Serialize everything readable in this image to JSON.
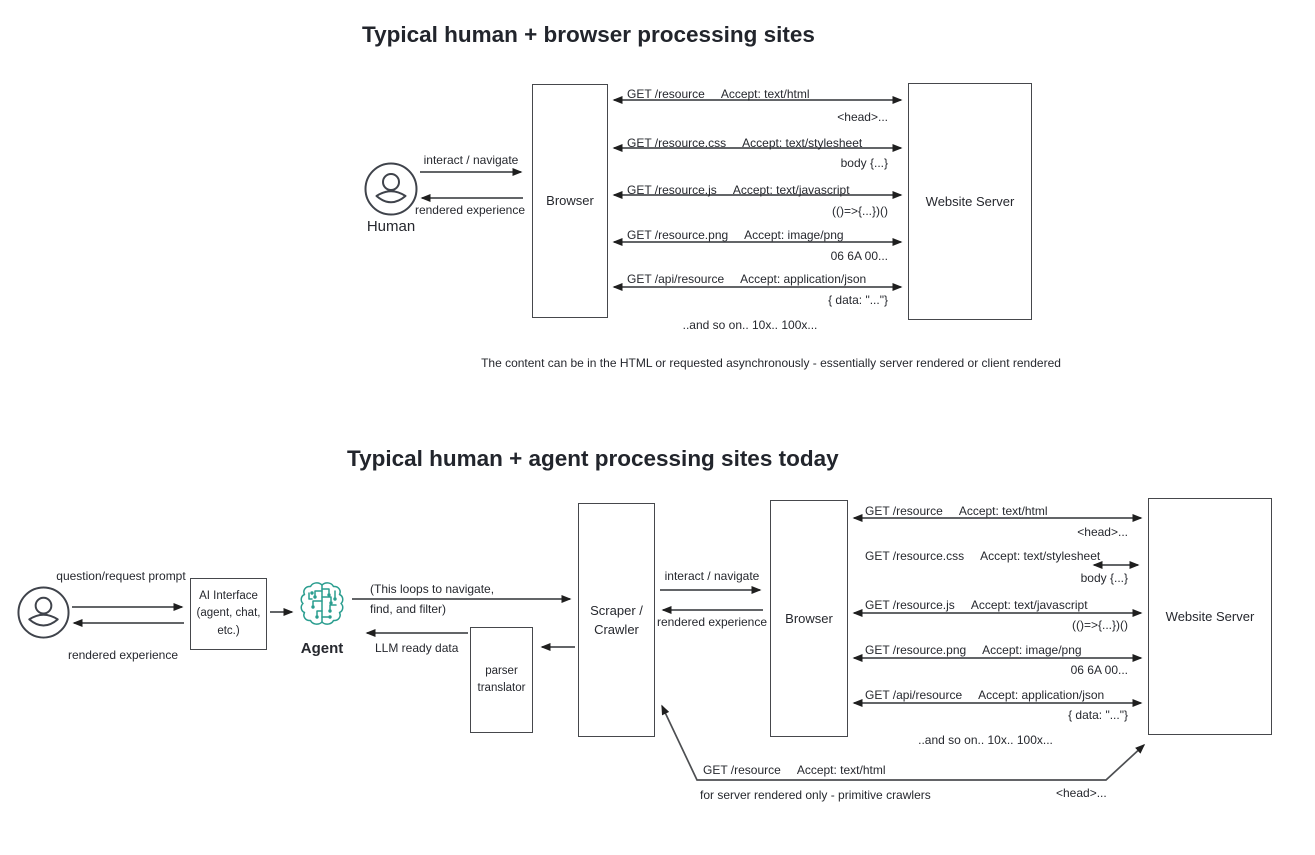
{
  "colors": {
    "line": "#4d4f52",
    "arrowhead": "#1f1f1f",
    "accent_teal": "#2a9d8f",
    "text": "#26282e"
  },
  "icons": {
    "human": "person-in-circle",
    "agent": "circuit-brain"
  },
  "diagram1": {
    "title": "Typical human + browser processing sites",
    "human_label": "Human",
    "interact_label": "interact / navigate",
    "rendered_label": "rendered experience",
    "browser_label": "Browser",
    "server_label": "Website Server",
    "requests": [
      {
        "method": "GET /resource",
        "accept": "Accept: text/html",
        "response": "<head>..."
      },
      {
        "method": "GET /resource.css",
        "accept": "Accept: text/stylesheet",
        "response": "body {...}"
      },
      {
        "method": "GET /resource.js",
        "accept": "Accept: text/javascript",
        "response": "(()=>{...})()"
      },
      {
        "method": "GET /resource.png",
        "accept": "Accept: image/png",
        "response": "06 6A 00..."
      },
      {
        "method": "GET /api/resource",
        "accept": "Accept: application/json",
        "response": "{ data: \"...\"}"
      }
    ],
    "and_so_on": "..and so on.. 10x.. 100x...",
    "caption": "The content can be in the HTML or requested asynchronously - essentially server rendered or client rendered"
  },
  "diagram2": {
    "title": "Typical human + agent processing sites today",
    "question_label": "question/request prompt",
    "rendered_label": "rendered experience",
    "ai_interface_label": "AI Interface\n(agent, chat,\netc.)",
    "agent_label": "Agent",
    "loops_label_line1": "(This loops to navigate,",
    "loops_label_line2": "find, and filter)",
    "llm_ready_label": "LLM ready data",
    "parser_label": "parser\ntranslator",
    "scraper_label": "Scraper /\nCrawler",
    "interact_label": "interact / navigate",
    "rendered_label2": "rendered experience",
    "browser_label": "Browser",
    "server_label": "Website Server",
    "requests": [
      {
        "method": "GET /resource",
        "accept": "Accept: text/html",
        "response": "<head>..."
      },
      {
        "method": "GET /resource.css",
        "accept": "Accept: text/stylesheet",
        "response": "body {...}"
      },
      {
        "method": "GET /resource.js",
        "accept": "Accept: text/javascript",
        "response": "(()=>{...})()"
      },
      {
        "method": "GET /resource.png",
        "accept": "Accept: image/png",
        "response": "06 6A 00..."
      },
      {
        "method": "GET /api/resource",
        "accept": "Accept: application/json",
        "response": "{ data: \"...\"}"
      }
    ],
    "and_so_on": "..and so on.. 10x.. 100x...",
    "crawler_note_method": "GET /resource",
    "crawler_note_accept": "Accept: text/html",
    "crawler_note_sub": "for server rendered only - primitive crawlers",
    "crawler_note_response": "<head>..."
  }
}
